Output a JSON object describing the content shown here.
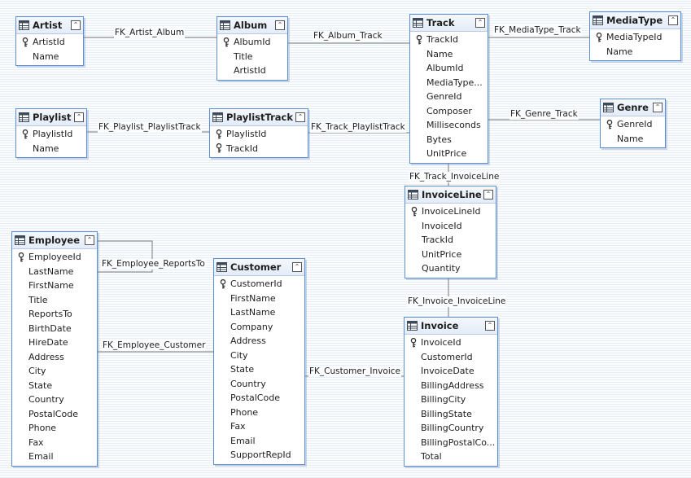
{
  "tables": {
    "artist": {
      "name": "Artist",
      "columns": [
        {
          "name": "ArtistId",
          "pk": true
        },
        {
          "name": "Name"
        }
      ]
    },
    "album": {
      "name": "Album",
      "columns": [
        {
          "name": "AlbumId",
          "pk": true
        },
        {
          "name": "Title"
        },
        {
          "name": "ArtistId"
        }
      ]
    },
    "track": {
      "name": "Track",
      "columns": [
        {
          "name": "TrackId",
          "pk": true
        },
        {
          "name": "Name"
        },
        {
          "name": "AlbumId"
        },
        {
          "name": "MediaType..."
        },
        {
          "name": "GenreId"
        },
        {
          "name": "Composer"
        },
        {
          "name": "Milliseconds"
        },
        {
          "name": "Bytes"
        },
        {
          "name": "UnitPrice"
        }
      ]
    },
    "mediatype": {
      "name": "MediaType",
      "columns": [
        {
          "name": "MediaTypeId",
          "pk": true
        },
        {
          "name": "Name"
        }
      ]
    },
    "genre": {
      "name": "Genre",
      "columns": [
        {
          "name": "GenreId",
          "pk": true
        },
        {
          "name": "Name"
        }
      ]
    },
    "playlist": {
      "name": "Playlist",
      "columns": [
        {
          "name": "PlaylistId",
          "pk": true
        },
        {
          "name": "Name"
        }
      ]
    },
    "playlisttrack": {
      "name": "PlaylistTrack",
      "columns": [
        {
          "name": "PlaylistId",
          "pk": true
        },
        {
          "name": "TrackId",
          "pk": true
        }
      ]
    },
    "invoiceline": {
      "name": "InvoiceLine",
      "columns": [
        {
          "name": "InvoiceLineId",
          "pk": true
        },
        {
          "name": "InvoiceId"
        },
        {
          "name": "TrackId"
        },
        {
          "name": "UnitPrice"
        },
        {
          "name": "Quantity"
        }
      ]
    },
    "employee": {
      "name": "Employee",
      "columns": [
        {
          "name": "EmployeeId",
          "pk": true
        },
        {
          "name": "LastName"
        },
        {
          "name": "FirstName"
        },
        {
          "name": "Title"
        },
        {
          "name": "ReportsTo"
        },
        {
          "name": "BirthDate"
        },
        {
          "name": "HireDate"
        },
        {
          "name": "Address"
        },
        {
          "name": "City"
        },
        {
          "name": "State"
        },
        {
          "name": "Country"
        },
        {
          "name": "PostalCode"
        },
        {
          "name": "Phone"
        },
        {
          "name": "Fax"
        },
        {
          "name": "Email"
        }
      ]
    },
    "customer": {
      "name": "Customer",
      "columns": [
        {
          "name": "CustomerId",
          "pk": true
        },
        {
          "name": "FirstName"
        },
        {
          "name": "LastName"
        },
        {
          "name": "Company"
        },
        {
          "name": "Address"
        },
        {
          "name": "City"
        },
        {
          "name": "State"
        },
        {
          "name": "Country"
        },
        {
          "name": "PostalCode"
        },
        {
          "name": "Phone"
        },
        {
          "name": "Fax"
        },
        {
          "name": "Email"
        },
        {
          "name": "SupportRepId"
        }
      ]
    },
    "invoice": {
      "name": "Invoice",
      "columns": [
        {
          "name": "InvoiceId",
          "pk": true
        },
        {
          "name": "CustomerId"
        },
        {
          "name": "InvoiceDate"
        },
        {
          "name": "BillingAddress"
        },
        {
          "name": "BillingCity"
        },
        {
          "name": "BillingState"
        },
        {
          "name": "BillingCountry"
        },
        {
          "name": "BillingPostalCo..."
        },
        {
          "name": "Total"
        }
      ]
    }
  },
  "relationships": {
    "artist_album": "FK_Artist_Album",
    "album_track": "FK_Album_Track",
    "mediatype_track": "FK_MediaType_Track",
    "genre_track": "FK_Genre_Track",
    "playlist_playlisttrack": "FK_Playlist_PlaylistTrack",
    "track_playlisttrack": "FK_Track_PlaylistTrack",
    "track_invoiceline": "FK_Track_InvoiceLine",
    "employee_reportsto": "FK_Employee_ReportsTo",
    "employee_customer": "FK_Employee_Customer",
    "invoice_invoiceline": "FK_Invoice_InvoiceLine",
    "customer_invoice": "FK_Customer_Invoice"
  },
  "icons": {
    "table": "table-icon",
    "primary_key": "key-icon",
    "collapse": "collapse-icon"
  },
  "colors": {
    "table_border": "#5b8ed6",
    "connector": "#8e8e8e"
  }
}
